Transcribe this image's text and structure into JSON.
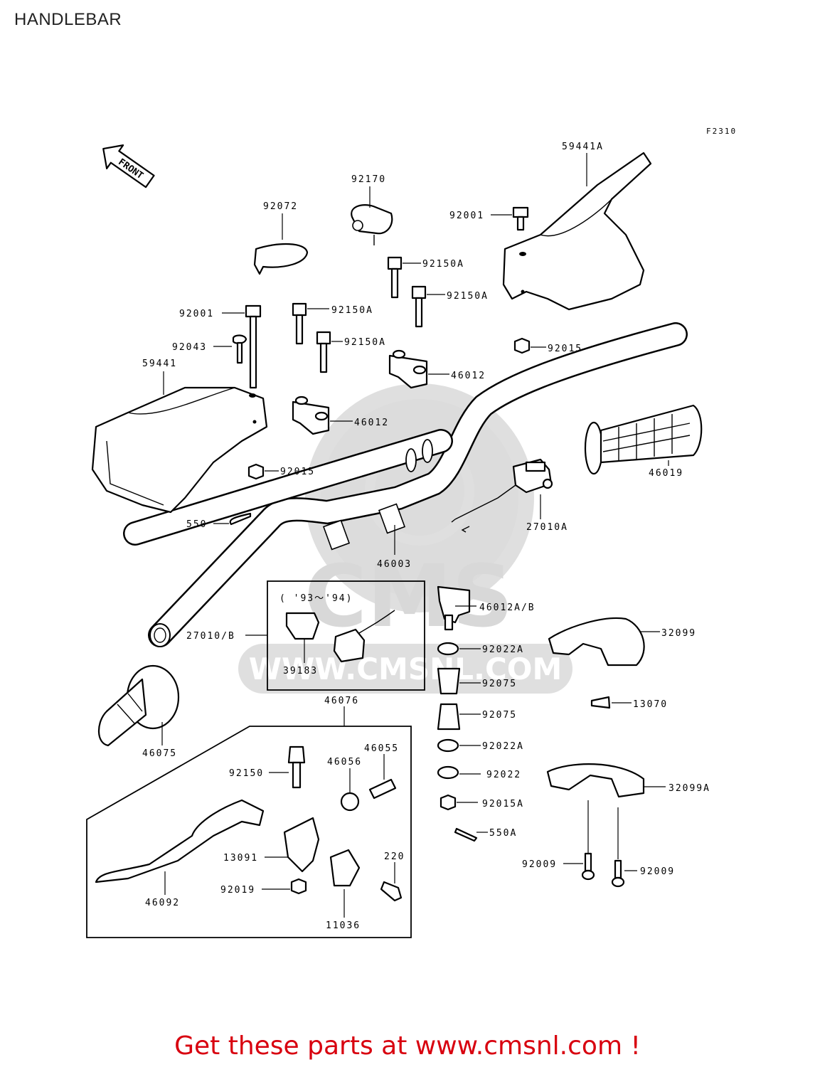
{
  "title": "HANDLEBAR",
  "figure_code": "F2310",
  "front_label": "FRONT",
  "inset_years": "( '93～'94)",
  "watermark": {
    "brand": "CMS",
    "url": "WWW.CMSNL.COM"
  },
  "footer": "Get these parts at www.cmsnl.com !",
  "labels": {
    "p59441A": "59441A",
    "p92170": "92170",
    "p92072": "92072",
    "p92001a": "92001",
    "p92150Aa": "92150A",
    "p92150Ab": "92150A",
    "p92150Ac": "92150A",
    "p92150Ad": "92150A",
    "p92001b": "92001",
    "p92043": "92043",
    "p59441": "59441",
    "p92015a": "92015",
    "p46012a": "46012",
    "p46012b": "46012",
    "p92015b": "92015",
    "p46019": "46019",
    "p550": "550",
    "p27010A": "27010A",
    "p46003": "46003",
    "p46012AB": "46012A/B",
    "p27010B": "27010/B",
    "p32099": "32099",
    "p92022Aa": "92022A",
    "p39183": "39183",
    "p92075a": "92075",
    "p13070": "13070",
    "p46076": "46076",
    "p92075b": "92075",
    "p46055": "46055",
    "p46056": "46056",
    "p92022Ab": "92022A",
    "p46075": "46075",
    "p92150": "92150",
    "p92022": "92022",
    "p32099A": "32099A",
    "p92015A": "92015A",
    "p550A": "550A",
    "p13091": "13091",
    "p220": "220",
    "p92009a": "92009",
    "p92009b": "92009",
    "p92019": "92019",
    "p46092": "46092",
    "p11036": "11036"
  }
}
